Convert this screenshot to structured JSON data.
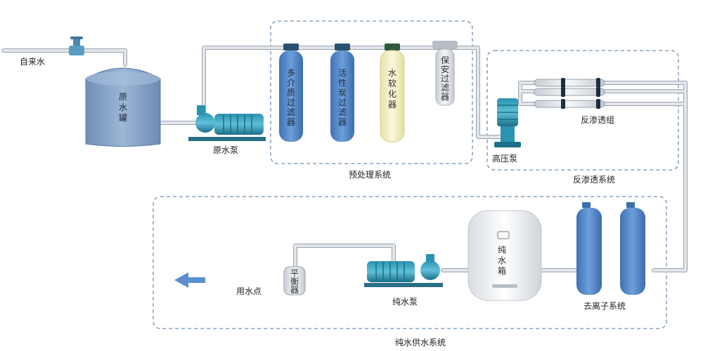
{
  "labels": {
    "tap_water": "自来水",
    "raw_tank": "原水罐",
    "raw_pump": "原水泵",
    "multi_media_filter": "多介质过滤器",
    "activated_carbon_filter": "活性炭过滤器",
    "water_softener": "水软化器",
    "security_filter": "保安过滤器",
    "pretreatment_system": "预处理系统",
    "high_pressure_pump": "高压泵",
    "ro_group": "反渗透组",
    "ro_system": "反渗透系统",
    "deionization_system": "去离子系统",
    "pure_tank": "纯水箱",
    "pure_pump": "纯水泵",
    "balancer": "平衡器",
    "water_point": "用水点",
    "pure_supply_system": "纯水供水系统"
  },
  "colors": {
    "pipe": "#cfd4da",
    "pipe_edge": "#9aa3ad",
    "tank_blue": "#7f9fc6",
    "pump_teal": "#1f7f9a",
    "filter_blue": "#4f86c6",
    "softener_yellow": "#f2efc4",
    "dashed_border": "#6f8fb5",
    "arrow_blue": "#5b8fd0"
  }
}
